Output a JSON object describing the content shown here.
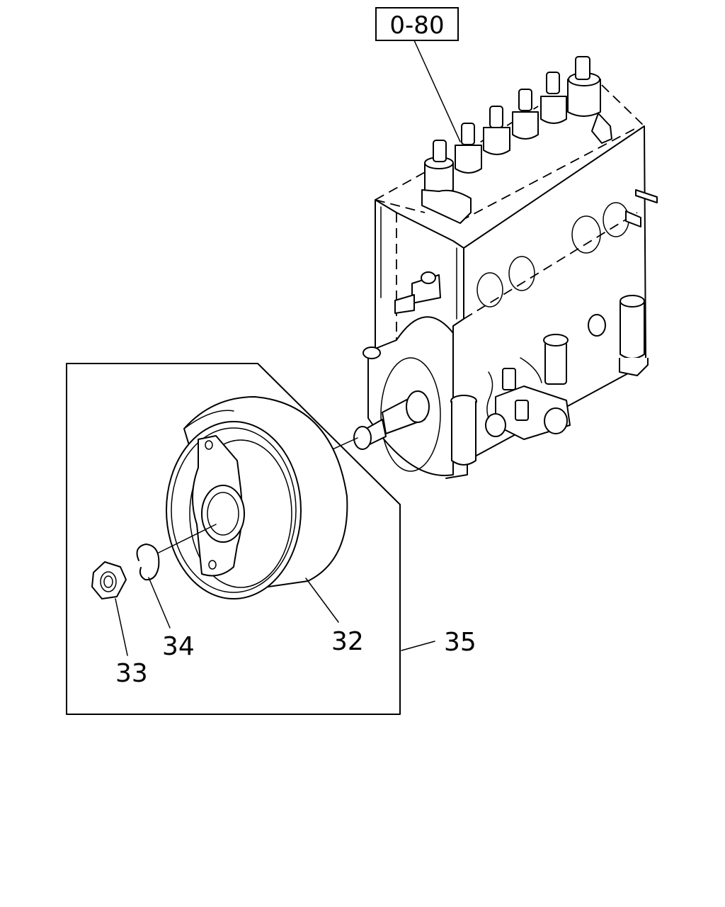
{
  "diagram": {
    "reference_label": "0-80",
    "callouts": {
      "c32": "32",
      "c33": "33",
      "c34": "34",
      "c35": "35"
    }
  },
  "colors": {
    "line": "#000000",
    "background": "#ffffff"
  }
}
